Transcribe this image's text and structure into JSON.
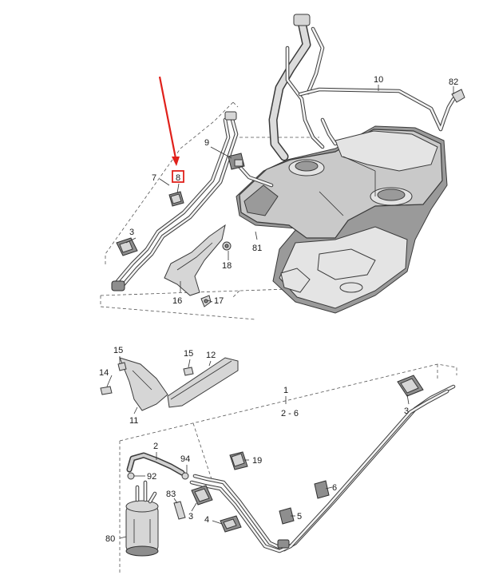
{
  "callouts": {
    "c1": "1",
    "c2": "2",
    "c2_6": "2 - 6",
    "c3a": "3",
    "c3b": "3",
    "c3c": "3",
    "c4": "4",
    "c5": "5",
    "c6": "6",
    "c7": "7",
    "c8": "8",
    "c9": "9",
    "c10": "10",
    "c11": "11",
    "c12": "12",
    "c14": "14",
    "c15a": "15",
    "c15b": "15",
    "c16": "16",
    "c17": "17",
    "c18": "18",
    "c19": "19",
    "c80": "80",
    "c81": "81",
    "c82": "82",
    "c83": "83",
    "c92": "92",
    "c94": "94"
  },
  "highlight": {
    "part": "8",
    "box_color": "#e0211b",
    "arrow_color": "#e0211b"
  },
  "colors": {
    "line": "#3a3a3a",
    "part_fill": "#d6d6d6",
    "background": "#ffffff"
  }
}
